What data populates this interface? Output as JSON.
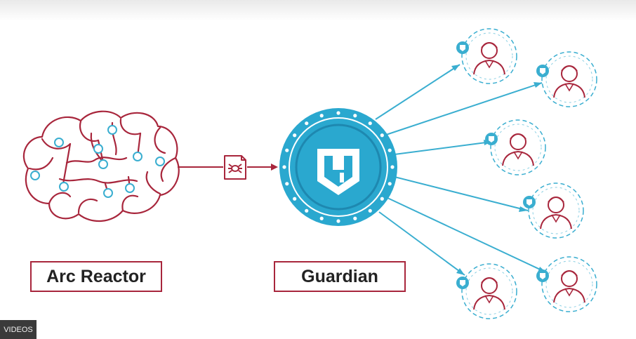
{
  "labels": {
    "source": "Arc Reactor",
    "hub": "Guardian"
  },
  "overlay": {
    "badge": "VIDEOS"
  },
  "icons": {
    "source": "brain-icon",
    "payload": "malware-file-icon",
    "hub": "guardian-shield-logo-icon",
    "user": "user-avatar-icon",
    "user_badge": "shield-badge-icon"
  },
  "users": [
    {
      "name": "user-woman-1"
    },
    {
      "name": "user-man-glasses"
    },
    {
      "name": "user-woman-goggles"
    },
    {
      "name": "user-man-sunglasses"
    },
    {
      "name": "user-woman-glasses"
    },
    {
      "name": "user-woman-long-hair"
    }
  ],
  "colors": {
    "accent_red": "#a8263c",
    "accent_teal": "#3aaed0",
    "hub_fill": "#2aa8cf",
    "hub_ring": "#1e88b0",
    "text_dark": "#222222"
  }
}
